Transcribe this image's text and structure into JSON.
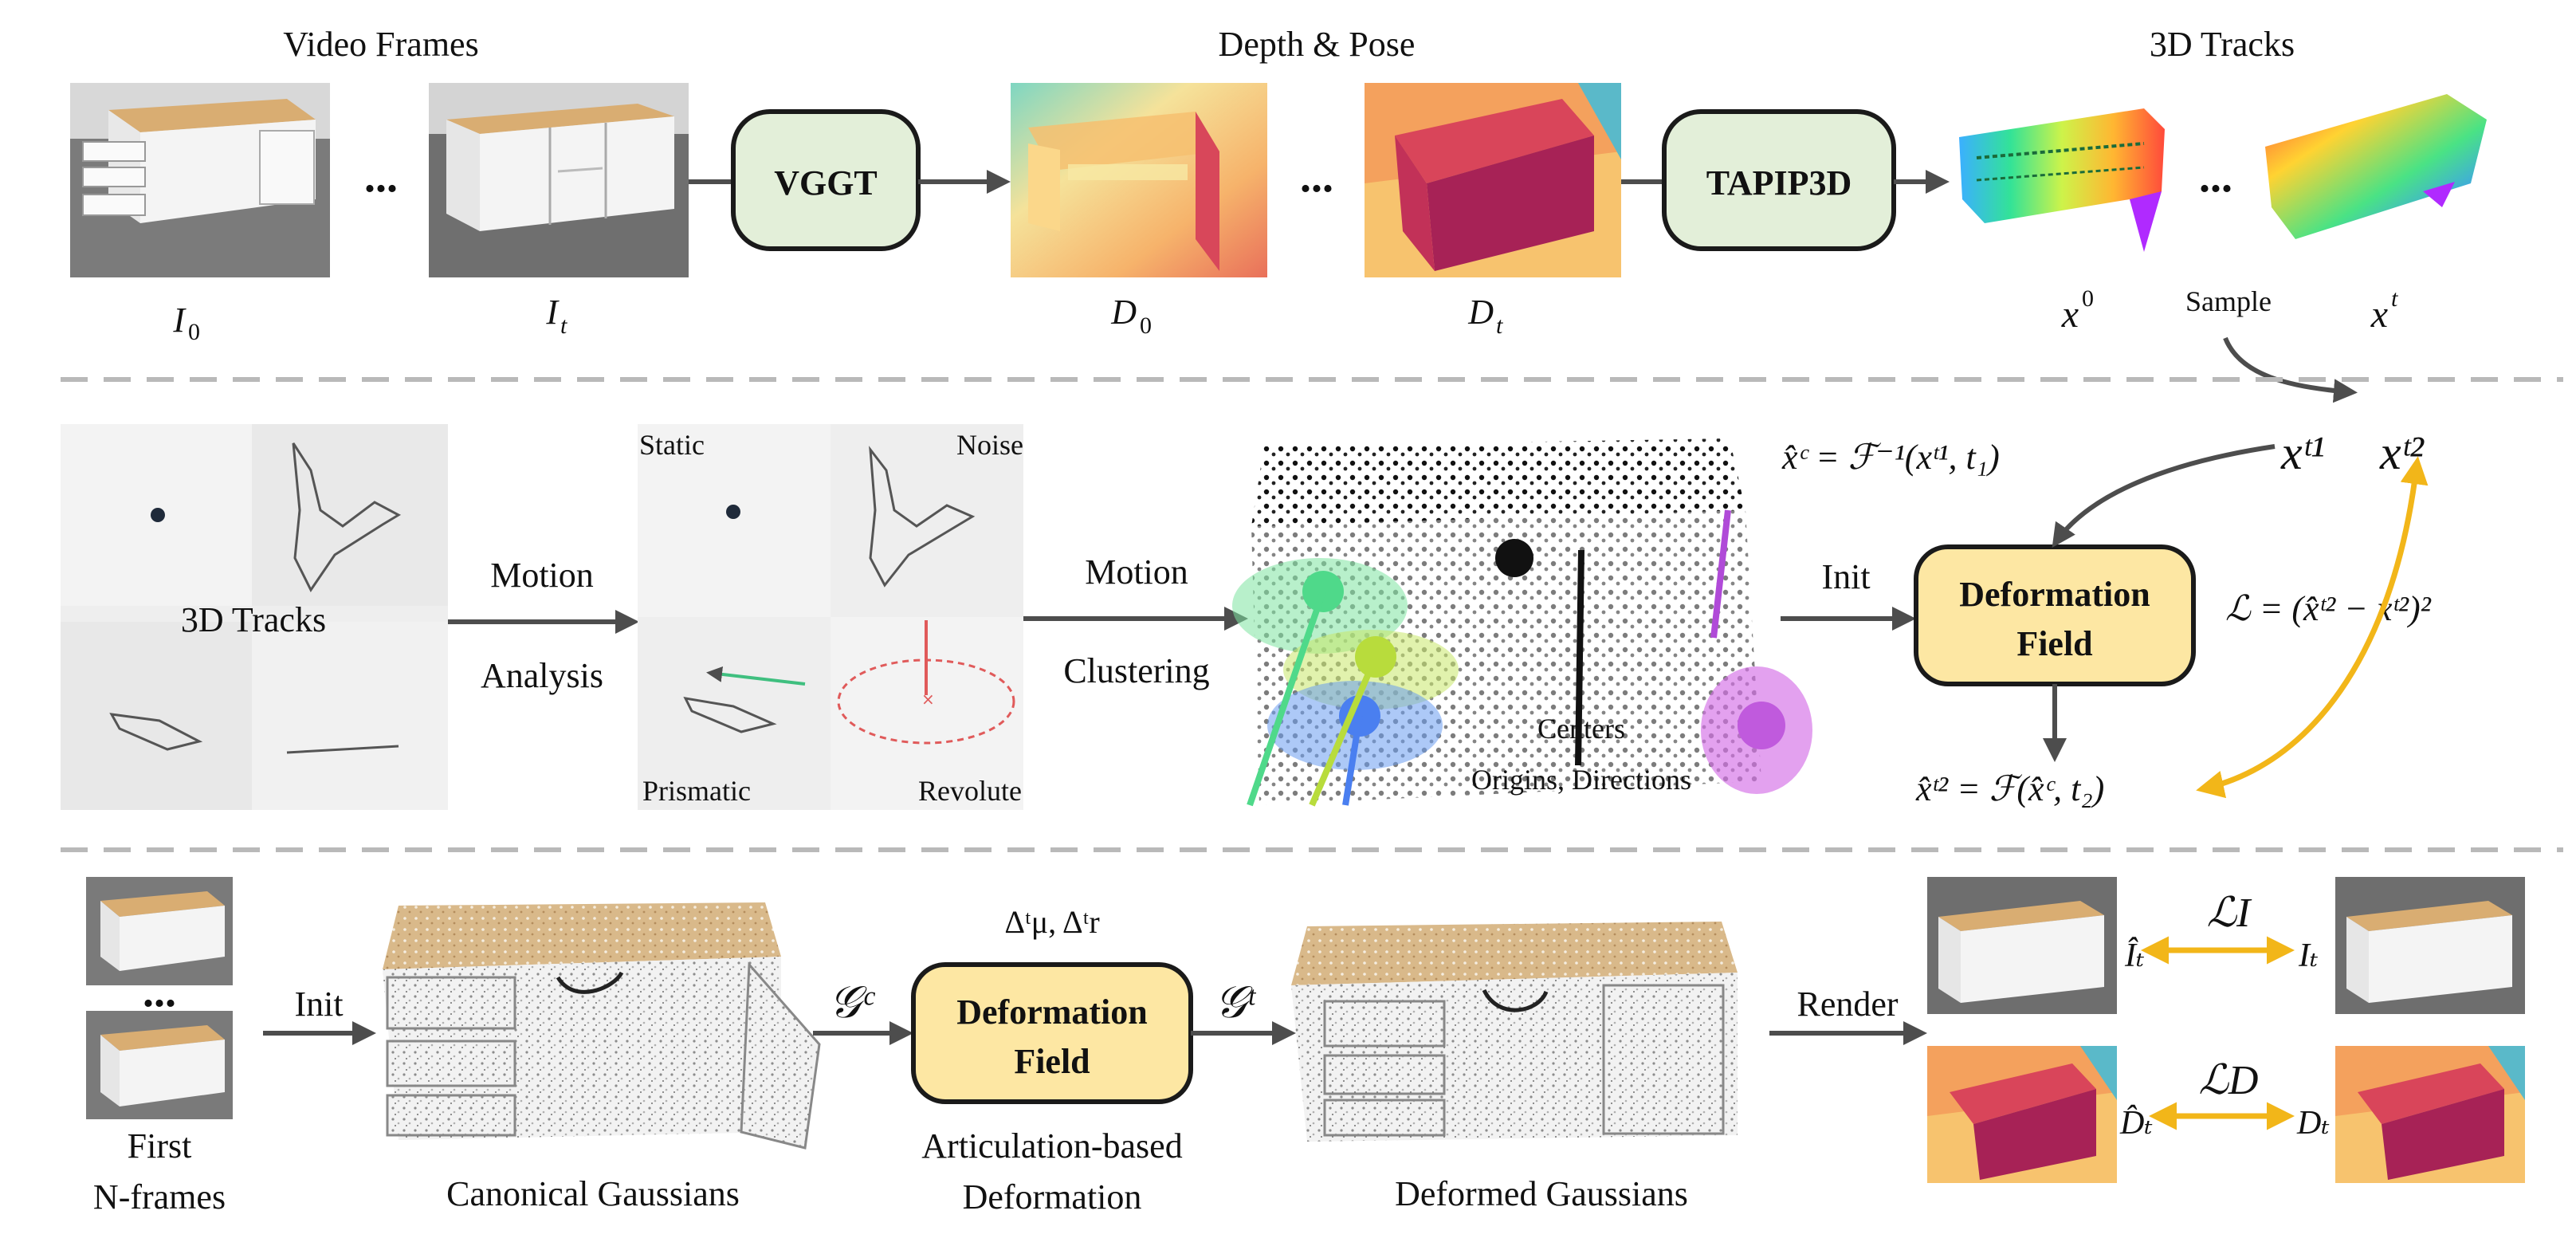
{
  "colors": {
    "green_box": "#e3efd9",
    "yellow_box": "#fde7a3",
    "arrow": "#4d4d4d",
    "loss_arrow": "#f2b619",
    "divider": "#b9b9b9"
  },
  "top": {
    "video_frames_title": "Video Frames",
    "depth_pose_title": "Depth & Pose",
    "tracks_title": "3D Tracks",
    "ellipsis": "...",
    "frame_labels": [
      "I",
      "0",
      "I",
      "t"
    ],
    "depth_labels": [
      "D",
      "0",
      "D",
      "t"
    ],
    "track_labels": [
      "x",
      "0",
      "x",
      "t"
    ],
    "vggt_label": "VGGT",
    "tapip_label": "TAPIP3D",
    "sample_label": "Sample"
  },
  "middle": {
    "tracks_center_label": "3D Tracks",
    "static_label": "Static",
    "noise_label": "Noise",
    "prismatic_label": "Prismatic",
    "revolute_label": "Revolute",
    "motion_analysis": [
      "Motion",
      "Analysis"
    ],
    "motion_clustering": [
      "Motion",
      "Clustering"
    ],
    "centers_label": "Centers",
    "origins_label": "Origins, Directions",
    "init_label": "Init",
    "deform_field": [
      "Deformation",
      "Field"
    ],
    "canonical_eq": "x̂ᶜ = ℱ⁻¹(xᵗ¹, t₁)",
    "xt1": "xᵗ¹",
    "xt2": "xᵗ²",
    "loss_eq": "ℒ = (x̂ᵗ² − xᵗ²)²",
    "pred_eq": "x̂ᵗ² = ℱ(x̂ᶜ, t₂)"
  },
  "bottom": {
    "first_frames": [
      "First",
      "N-frames"
    ],
    "init_label": "Init",
    "canonical_label": "Canonical Gaussians",
    "gc_label": "𝒢ᶜ",
    "gt_label": "𝒢ᵗ",
    "delta_label": "Δᵗμ, Δᵗr",
    "deform_field": [
      "Deformation",
      "Field"
    ],
    "articulation": [
      "Articulation-based",
      "Deformation"
    ],
    "deformed_label": "Deformed Gaussians",
    "render_label": "Render",
    "loss_i": "ℒI",
    "loss_d": "ℒD",
    "i_hat": "Îₜ",
    "i_t": "Iₜ",
    "d_hat": "D̂ₜ",
    "d_t": "Dₜ"
  }
}
